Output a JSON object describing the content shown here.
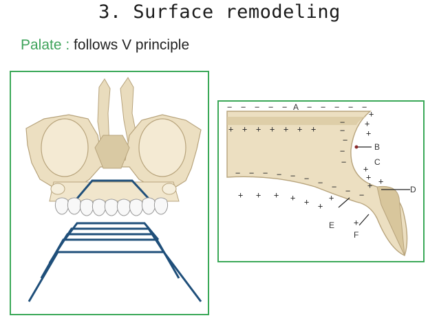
{
  "slide": {
    "title": "3. Surface remodeling",
    "subtitle_lead": "Palate :",
    "subtitle_rest": " follows V principle"
  },
  "diagram": {
    "labels": [
      "A",
      "B",
      "C",
      "D",
      "E",
      "F"
    ]
  },
  "colors": {
    "frame": "#3aa857",
    "lead_text": "#3ea35a",
    "v_lines": "#1f4f7a",
    "bone": "#e9dcbd"
  }
}
